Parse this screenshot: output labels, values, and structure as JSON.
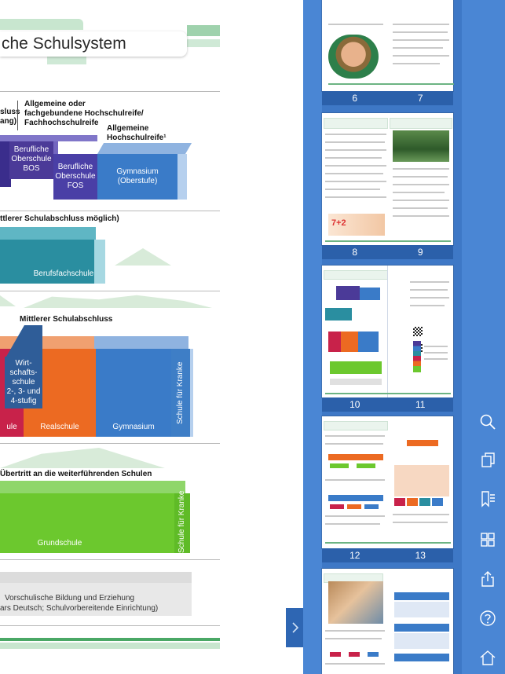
{
  "document": {
    "title_fragment": "che Schulsystem",
    "labels": {
      "abschluss_cut": "sluss",
      "abschluss_cut2": "ang)",
      "allgemeine_fach": "Allgemeine oder\nfachgebundene Hochschulreife/\nFachhochschulreife",
      "allgemeine_hoch": "Allgemeine\nHochschulreife¹",
      "mittlerer_moeglich": "ttlerer Schulabschluss möglich)",
      "mittlerer": "Mittlerer Schulabschluss",
      "uebertritt": "Übertritt an die weiterführenden Schulen"
    },
    "boxes": {
      "bos": "Berufliche\nOberschule\nBOS",
      "fos": "Berufliche\nOberschule\nFOS",
      "gymnasium_oberstufe": "Gymnasium\n(Oberstufe)",
      "berufsfachschule": "Berufsfachschule",
      "wirtschaftsschule": "Wirt-\nschafts-\nschule\n2-, 3- und\n4-stufig",
      "mittelschule_cut": "ule",
      "realschule": "Realschule",
      "gymnasium": "Gymnasium",
      "schule_kranke_1": "Schule für Kranke",
      "grundschule": "Grundschule",
      "schule_kranke_2": "Schule für Kranke",
      "vorschulisch_1": "Vorschulische Bildung und Erziehung",
      "vorschulisch_2": "ars Deutsch; Schulvorbereitende Einrichtung)"
    }
  },
  "sidebar": {
    "thumbnails": [
      {
        "left": "6",
        "right": "7"
      },
      {
        "left": "8",
        "right": "9"
      },
      {
        "left": "10",
        "right": "11"
      },
      {
        "left": "12",
        "right": "13"
      }
    ],
    "tools": [
      "search-icon",
      "copy-pages-icon",
      "bookmark-list-icon",
      "grid-icon",
      "share-icon",
      "help-icon",
      "home-icon"
    ]
  },
  "colors": {
    "sidebar": "#4a86d4",
    "thumb_column": "#3e78c6",
    "page_label": "#2b60aa",
    "accent_green": "#3aa86b",
    "purple": "#4b3a98",
    "blue": "#3a7bc8",
    "teal": "#2a8ea0",
    "orange": "#ec6a22",
    "red": "#c8224a",
    "green": "#6cc82e"
  }
}
